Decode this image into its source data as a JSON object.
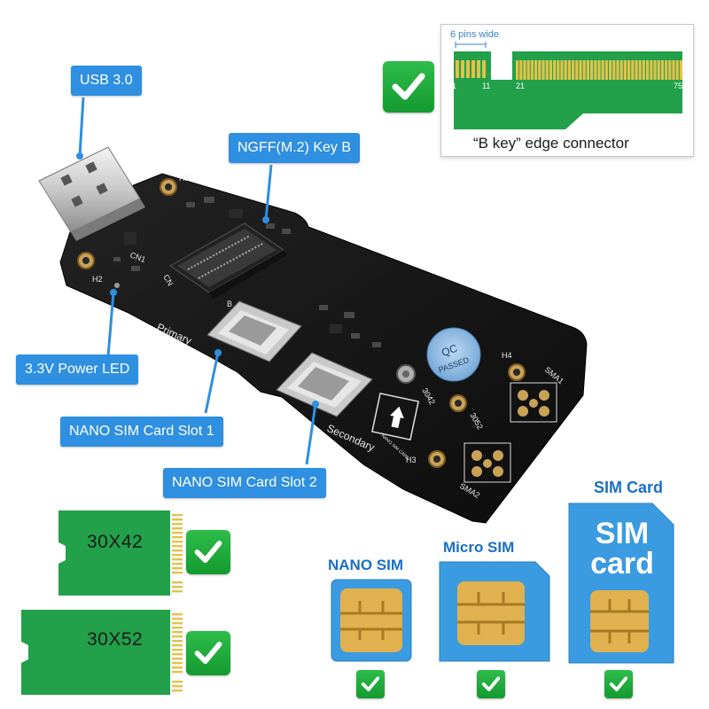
{
  "callouts": {
    "usb": "USB 3.0",
    "ngff": "NGFF(M.2) Key B",
    "power_led": "3.3V Power LED",
    "sim_slot_1": "NANO SIM Card Slot 1",
    "sim_slot_2": "NANO SIM Card Slot 2"
  },
  "board": {
    "silkscreen": {
      "primary": "Primary",
      "secondary": "Secondary",
      "qc_top": "QC",
      "qc_bottom": "PASSED",
      "h1": "H1",
      "h2": "H2",
      "h3": "H3",
      "h4": "H4",
      "cn1": "CN1",
      "cn": "CN",
      "b": "B",
      "size_3042": "3042",
      "size_3052": "3052",
      "sma1": "SMA1",
      "sma2": "SMA2",
      "nano_sim_card": "NANO SIM CARD"
    }
  },
  "edge_connector": {
    "width_label": "6 pins wide",
    "pin_1": "1",
    "pin_11": "11",
    "pin_21": "21",
    "pin_75": "75",
    "caption": "“B key” edge connector"
  },
  "modules": [
    {
      "label": "30X42"
    },
    {
      "label": "30X52"
    }
  ],
  "sim_types": [
    {
      "title": "NANO SIM"
    },
    {
      "title": "Micro SIM"
    },
    {
      "title": "SIM Card",
      "card_line1": "SIM",
      "card_line2": "card"
    }
  ],
  "colors": {
    "callout_blue": "#2f8fe0",
    "check_green": "#1aa83a",
    "pcb_green": "#22a04a",
    "gold": "#d8a83a",
    "board_black": "#151515",
    "sim_blue": "#3a9be0"
  },
  "icons": [
    "check-icon",
    "usb-connector-icon",
    "sim-chip-icon"
  ]
}
